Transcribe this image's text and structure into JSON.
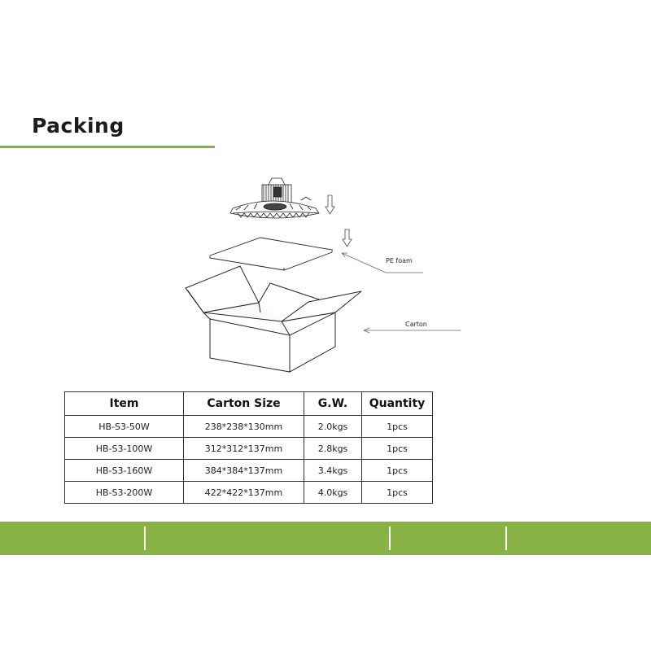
{
  "heading": {
    "title": "Packing"
  },
  "diagram": {
    "pe_foam_label": "PE foam",
    "carton_label": "Carton"
  },
  "table": {
    "headers": [
      "Item",
      "Carton Size",
      "G.W.",
      "Quantity"
    ],
    "rows": [
      [
        "HB-S3-50W",
        "238*238*130mm",
        "2.0kgs",
        "1pcs"
      ],
      [
        "HB-S3-100W",
        "312*312*137mm",
        "2.8kgs",
        "1pcs"
      ],
      [
        "HB-S3-160W",
        "384*384*137mm",
        "3.4kgs",
        "1pcs"
      ],
      [
        "HB-S3-200W",
        "422*422*137mm",
        "4.0kgs",
        "1pcs"
      ]
    ]
  },
  "colors": {
    "accent_green": "#88b243",
    "rule_green": "#7db33c"
  }
}
